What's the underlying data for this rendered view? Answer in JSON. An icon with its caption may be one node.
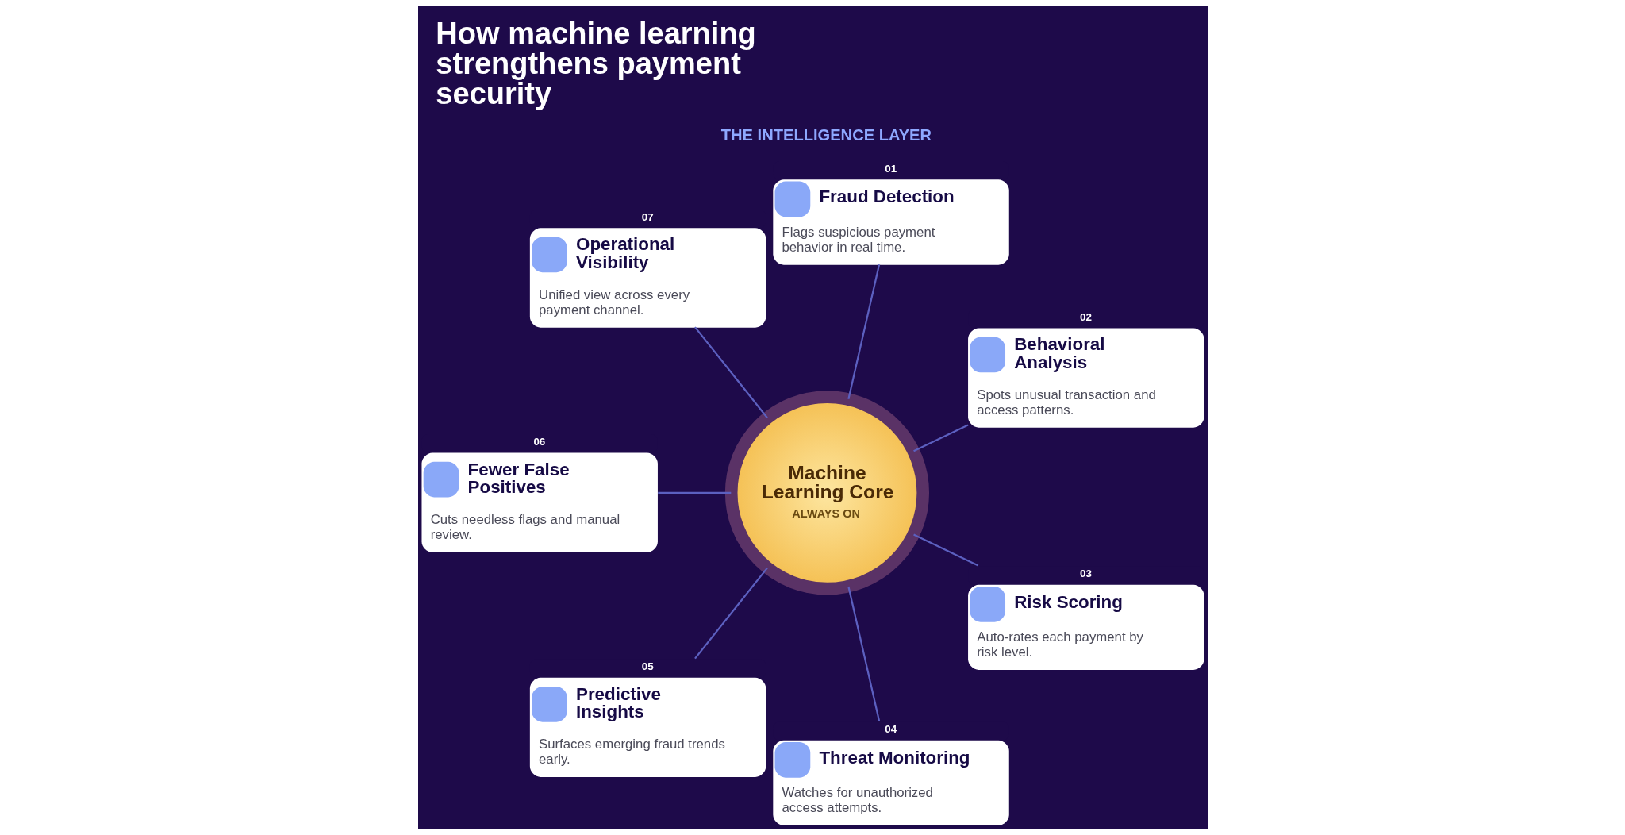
{
  "diagram": {
    "title": "How machine learning strengthens payment security",
    "nodes": [
      {
        "text": [
          "Machine Learning Core",
          "ALWAYS ON"
        ]
      },
      {
        "text": [
          "01",
          "Fraud Detection",
          "Flags suspicious payment behavior in real time."
        ]
      },
      {
        "text": [
          "02",
          "Behavioral Analysis",
          "Spots unusual transaction and access patterns."
        ]
      },
      {
        "text": [
          "03",
          "Risk Scoring",
          "Auto-rates each payment by risk level."
        ]
      },
      {
        "text": [
          "04",
          "Threat Monitoring",
          "Watches for unauthorized access attempts."
        ]
      },
      {
        "text": [
          "05",
          "Predictive Insights",
          "Surfaces emerging fraud trends early."
        ]
      },
      {
        "text": [
          "06",
          "Fewer False Positives",
          "Cuts needless flags and manual review."
        ]
      },
      {
        "text": [
          "07",
          "Operational Visibility",
          "Unified view across every payment channel."
        ]
      }
    ],
    "edges": [
      {
        "from": 0,
        "to": 1,
        "arrow": "none"
      },
      {
        "from": 0,
        "to": 2,
        "arrow": "none"
      },
      {
        "from": 0,
        "to": 3,
        "arrow": "none"
      },
      {
        "from": 0,
        "to": 4,
        "arrow": "none"
      },
      {
        "from": 0,
        "to": 5,
        "arrow": "none"
      },
      {
        "from": 0,
        "to": 6,
        "arrow": "none"
      },
      {
        "from": 0,
        "to": 7,
        "arrow": "none"
      }
    ],
    "labels": [
      "THE INTELLIGENCE LAYER"
    ]
  }
}
